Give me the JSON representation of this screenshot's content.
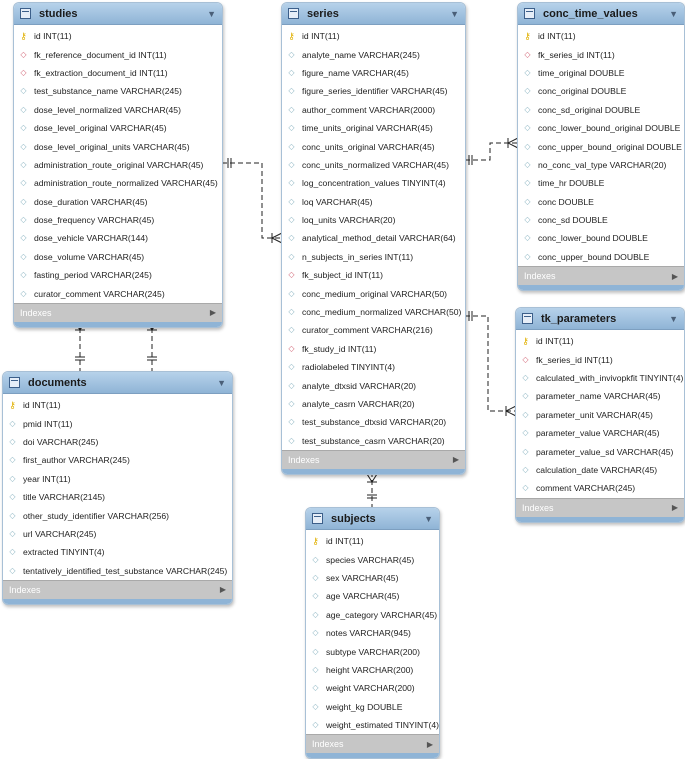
{
  "footer_label": "Indexes",
  "tables": {
    "studies": {
      "name": "studies",
      "columns": [
        {
          "text": "id INT(11)",
          "kind": "pk"
        },
        {
          "text": "fk_reference_document_id INT(11)",
          "kind": "fk"
        },
        {
          "text": "fk_extraction_document_id INT(11)",
          "kind": "fk"
        },
        {
          "text": "test_substance_name VARCHAR(245)",
          "kind": "col"
        },
        {
          "text": "dose_level_normalized VARCHAR(45)",
          "kind": "col"
        },
        {
          "text": "dose_level_original VARCHAR(45)",
          "kind": "col"
        },
        {
          "text": "dose_level_original_units VARCHAR(45)",
          "kind": "col"
        },
        {
          "text": "administration_route_original VARCHAR(45)",
          "kind": "col"
        },
        {
          "text": "administration_route_normalized VARCHAR(45)",
          "kind": "col"
        },
        {
          "text": "dose_duration VARCHAR(45)",
          "kind": "col"
        },
        {
          "text": "dose_frequency VARCHAR(45)",
          "kind": "col"
        },
        {
          "text": "dose_vehicle VARCHAR(144)",
          "kind": "col"
        },
        {
          "text": "dose_volume VARCHAR(45)",
          "kind": "col"
        },
        {
          "text": "fasting_period VARCHAR(245)",
          "kind": "col"
        },
        {
          "text": "curator_comment VARCHAR(245)",
          "kind": "col"
        }
      ]
    },
    "series": {
      "name": "series",
      "columns": [
        {
          "text": "id INT(11)",
          "kind": "pk"
        },
        {
          "text": "analyte_name VARCHAR(245)",
          "kind": "col"
        },
        {
          "text": "figure_name VARCHAR(45)",
          "kind": "col"
        },
        {
          "text": "figure_series_identifier VARCHAR(45)",
          "kind": "col"
        },
        {
          "text": "author_comment VARCHAR(2000)",
          "kind": "col"
        },
        {
          "text": "time_units_original VARCHAR(45)",
          "kind": "col"
        },
        {
          "text": "conc_units_original VARCHAR(45)",
          "kind": "col"
        },
        {
          "text": "conc_units_normalized VARCHAR(45)",
          "kind": "col"
        },
        {
          "text": "log_concentration_values TINYINT(4)",
          "kind": "col"
        },
        {
          "text": "loq VARCHAR(45)",
          "kind": "col"
        },
        {
          "text": "loq_units VARCHAR(20)",
          "kind": "col"
        },
        {
          "text": "analytical_method_detail VARCHAR(64)",
          "kind": "col"
        },
        {
          "text": "n_subjects_in_series INT(11)",
          "kind": "col"
        },
        {
          "text": "fk_subject_id INT(11)",
          "kind": "fk"
        },
        {
          "text": "conc_medium_original VARCHAR(50)",
          "kind": "col"
        },
        {
          "text": "conc_medium_normalized VARCHAR(50)",
          "kind": "col"
        },
        {
          "text": "curator_comment VARCHAR(216)",
          "kind": "col"
        },
        {
          "text": "fk_study_id INT(11)",
          "kind": "fk"
        },
        {
          "text": "radiolabeled TINYINT(4)",
          "kind": "col"
        },
        {
          "text": "analyte_dtxsid VARCHAR(20)",
          "kind": "col"
        },
        {
          "text": "analyte_casrn VARCHAR(20)",
          "kind": "col"
        },
        {
          "text": "test_substance_dtxsid VARCHAR(20)",
          "kind": "col"
        },
        {
          "text": "test_substance_casrn VARCHAR(20)",
          "kind": "col"
        }
      ]
    },
    "conc_time_values": {
      "name": "conc_time_values",
      "columns": [
        {
          "text": "id INT(11)",
          "kind": "pk"
        },
        {
          "text": "fk_series_id INT(11)",
          "kind": "fk"
        },
        {
          "text": "time_original DOUBLE",
          "kind": "col"
        },
        {
          "text": "conc_original DOUBLE",
          "kind": "col"
        },
        {
          "text": "conc_sd_original DOUBLE",
          "kind": "col"
        },
        {
          "text": "conc_lower_bound_original DOUBLE",
          "kind": "col"
        },
        {
          "text": "conc_upper_bound_original DOUBLE",
          "kind": "col"
        },
        {
          "text": "no_conc_val_type VARCHAR(20)",
          "kind": "col"
        },
        {
          "text": "time_hr DOUBLE",
          "kind": "col"
        },
        {
          "text": "conc DOUBLE",
          "kind": "col"
        },
        {
          "text": "conc_sd DOUBLE",
          "kind": "col"
        },
        {
          "text": "conc_lower_bound DOUBLE",
          "kind": "col"
        },
        {
          "text": "conc_upper_bound DOUBLE",
          "kind": "col"
        }
      ]
    },
    "tk_parameters": {
      "name": "tk_parameters",
      "columns": [
        {
          "text": "id INT(11)",
          "kind": "pk"
        },
        {
          "text": "fk_series_id INT(11)",
          "kind": "fk"
        },
        {
          "text": "calculated_with_invivopkfit TINYINT(4)",
          "kind": "col"
        },
        {
          "text": "parameter_name VARCHAR(45)",
          "kind": "col"
        },
        {
          "text": "parameter_unit VARCHAR(45)",
          "kind": "col"
        },
        {
          "text": "parameter_value VARCHAR(45)",
          "kind": "col"
        },
        {
          "text": "parameter_value_sd VARCHAR(45)",
          "kind": "col"
        },
        {
          "text": "calculation_date VARCHAR(45)",
          "kind": "col"
        },
        {
          "text": "comment VARCHAR(245)",
          "kind": "col"
        }
      ]
    },
    "documents": {
      "name": "documents",
      "columns": [
        {
          "text": "id INT(11)",
          "kind": "pk"
        },
        {
          "text": "pmid INT(11)",
          "kind": "col"
        },
        {
          "text": "doi VARCHAR(245)",
          "kind": "col"
        },
        {
          "text": "first_author VARCHAR(245)",
          "kind": "col"
        },
        {
          "text": "year INT(11)",
          "kind": "col"
        },
        {
          "text": "title VARCHAR(2145)",
          "kind": "col"
        },
        {
          "text": "other_study_identifier VARCHAR(256)",
          "kind": "col"
        },
        {
          "text": "url VARCHAR(245)",
          "kind": "col"
        },
        {
          "text": "extracted TINYINT(4)",
          "kind": "col"
        },
        {
          "text": "tentatively_identified_test_substance VARCHAR(245)",
          "kind": "col"
        }
      ]
    },
    "subjects": {
      "name": "subjects",
      "columns": [
        {
          "text": "id INT(11)",
          "kind": "pk"
        },
        {
          "text": "species VARCHAR(45)",
          "kind": "col"
        },
        {
          "text": "sex VARCHAR(45)",
          "kind": "col"
        },
        {
          "text": "age VARCHAR(45)",
          "kind": "col"
        },
        {
          "text": "age_category VARCHAR(45)",
          "kind": "col"
        },
        {
          "text": "notes VARCHAR(945)",
          "kind": "col"
        },
        {
          "text": "subtype VARCHAR(200)",
          "kind": "col"
        },
        {
          "text": "height VARCHAR(200)",
          "kind": "col"
        },
        {
          "text": "weight VARCHAR(200)",
          "kind": "col"
        },
        {
          "text": "weight_kg DOUBLE",
          "kind": "col"
        },
        {
          "text": "weight_estimated TINYINT(4)",
          "kind": "col"
        }
      ]
    }
  }
}
